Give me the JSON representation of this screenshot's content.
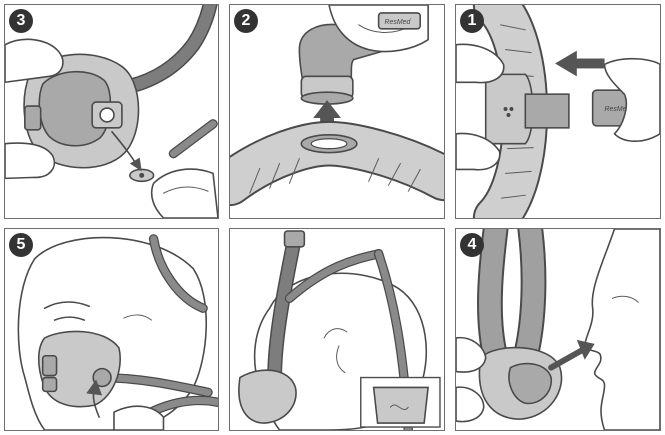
{
  "panels": [
    {
      "step": "3",
      "icon": "mask-assembly-step-3"
    },
    {
      "step": "2",
      "icon": "elbow-attach-step-2"
    },
    {
      "step": "1",
      "icon": "tube-connect-step-1"
    },
    {
      "step": "5",
      "icon": "headgear-fit-step-5"
    },
    {
      "step": "",
      "icon": "headgear-over-head"
    },
    {
      "step": "4",
      "icon": "mask-to-face-step-4"
    }
  ],
  "brand": {
    "logo": "ResMed"
  },
  "colors": {
    "border": "#6e6e6e",
    "badge": "#333333",
    "mask": "#c9c9c9",
    "tube": "#7d7d7d"
  }
}
